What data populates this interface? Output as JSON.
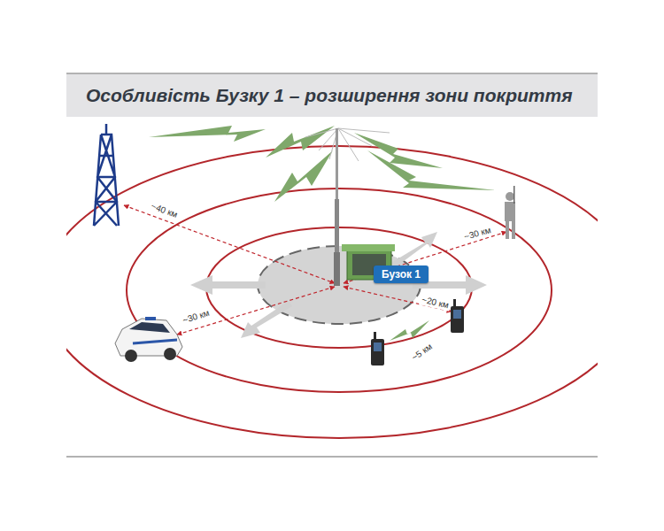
{
  "diagram": {
    "title": "Особливість Бузку 1 – розширення зони покриття",
    "nodes": [
      {
        "text": [
          "Бузок 1"
        ]
      }
    ],
    "edges": [],
    "labels": [
      "~40 км",
      "~30 км",
      "~30 км",
      "~20 км",
      "~5 км"
    ]
  }
}
